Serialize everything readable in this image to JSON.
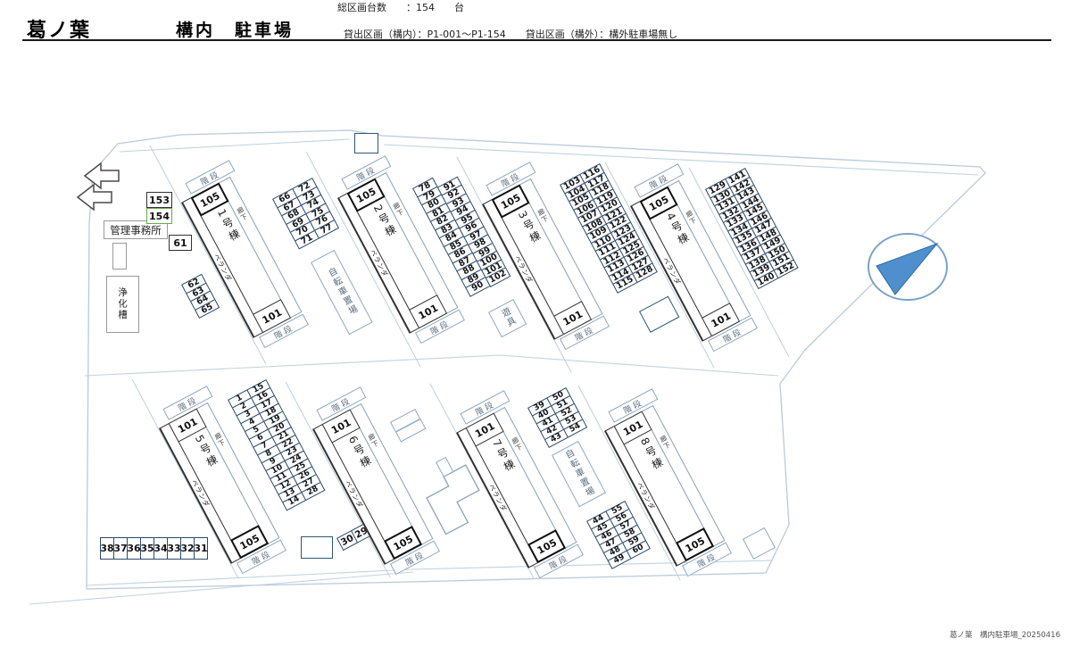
{
  "header": {
    "title": "葛ノ葉",
    "subtitle": "構内　駐車場",
    "info_line1": "総区画台数　　：154　　台",
    "info_line2": "貸出区画（構内）：P1-001～P1-154　　貸出区画（構外）：構外駐車場無し"
  },
  "footer": {
    "caption": "葛ノ葉　構内駐車場_20250416"
  },
  "labels": {
    "stairs": "階段",
    "veranda": "ベランダ",
    "corridor": "廊下",
    "office": "管理事務所",
    "septic_tank": "浄化槽",
    "bicycle_parking": "自転車置場",
    "playground": "遊具"
  },
  "buildings": [
    {
      "name": "1号棟",
      "top_room": "105",
      "bottom_room": "101"
    },
    {
      "name": "2号棟",
      "top_room": "105",
      "bottom_room": "101"
    },
    {
      "name": "3号棟",
      "top_room": "105",
      "bottom_room": "101"
    },
    {
      "name": "4号棟",
      "top_room": "105",
      "bottom_room": "101"
    },
    {
      "name": "5号棟",
      "top_room": "101",
      "bottom_room": "105"
    },
    {
      "name": "6号棟",
      "top_room": "101",
      "bottom_room": "105"
    },
    {
      "name": "7号棟",
      "top_room": "101",
      "bottom_room": "105"
    },
    {
      "name": "8号棟",
      "top_room": "101",
      "bottom_room": "105"
    }
  ],
  "parking_blocks": [
    {
      "id": "block-66-77",
      "columns": [
        [
          "66",
          "67",
          "68",
          "69",
          "70",
          "71"
        ],
        [
          "72",
          "73",
          "74",
          "75",
          "76",
          "77"
        ]
      ]
    },
    {
      "id": "block-78-102",
      "columns": [
        [
          "78",
          "79",
          "80",
          "81",
          "82",
          "83",
          "84",
          "85",
          "86",
          "87",
          "88",
          "89",
          "90"
        ],
        [
          "91",
          "92",
          "93",
          "94",
          "95",
          "96",
          "97",
          "98",
          "99",
          "100",
          "101",
          "102"
        ]
      ],
      "column_row_offsets": [
        0,
        1
      ]
    },
    {
      "id": "block-103-128",
      "columns": [
        [
          "103",
          "104",
          "105",
          "106",
          "107",
          "108",
          "109",
          "110",
          "111",
          "112",
          "113",
          "114",
          "115"
        ],
        [
          "116",
          "117",
          "118",
          "119",
          "120",
          "121",
          "122",
          "123",
          "124",
          "125",
          "126",
          "127",
          "128"
        ]
      ]
    },
    {
      "id": "block-129-152",
      "columns": [
        [
          "129",
          "130",
          "131",
          "132",
          "133",
          "134",
          "135",
          "136",
          "137",
          "138",
          "139",
          "140"
        ],
        [
          "141",
          "142",
          "143",
          "144",
          "145",
          "146",
          "147",
          "148",
          "149",
          "150",
          "151",
          "152"
        ]
      ]
    },
    {
      "id": "block-1-28",
      "columns": [
        [
          "1",
          "2",
          "3",
          "4",
          "5",
          "6",
          "7",
          "8",
          "9",
          "10",
          "11",
          "12",
          "13",
          "14"
        ],
        [
          "15",
          "16",
          "17",
          "18",
          "19",
          "20",
          "21",
          "22",
          "23",
          "24",
          "25",
          "26",
          "27",
          "28"
        ]
      ]
    },
    {
      "id": "block-39-54",
      "columns": [
        [
          "39",
          "40",
          "41",
          "42",
          "43"
        ],
        [
          "50",
          "51",
          "52",
          "53",
          "54"
        ]
      ]
    },
    {
      "id": "block-44-60",
      "columns": [
        [
          "44",
          "45",
          "46",
          "47",
          "48",
          "49"
        ],
        [
          "55",
          "56",
          "57",
          "58",
          "59",
          "60"
        ]
      ]
    },
    {
      "id": "block-29-30",
      "columns": [
        [
          "30"
        ],
        [
          "29"
        ]
      ]
    },
    {
      "id": "block-62-65",
      "columns": [
        [
          "62",
          "63",
          "64",
          "65"
        ]
      ]
    },
    {
      "id": "strip-31-38",
      "columns": [
        [
          "38"
        ],
        [
          "37"
        ],
        [
          "36"
        ],
        [
          "35"
        ],
        [
          "34"
        ],
        [
          "33"
        ],
        [
          "32"
        ],
        [
          "31"
        ]
      ]
    }
  ],
  "standalone_spaces": [
    {
      "id": "space-153",
      "number": "153",
      "accent": false
    },
    {
      "id": "space-154",
      "number": "154",
      "accent": true
    },
    {
      "id": "space-61",
      "number": "61",
      "accent": false
    }
  ],
  "colors": {
    "accent_green": "#6aa84f",
    "compass_blue": "#4f8fce",
    "line_blue": "#b9cadb",
    "cell_border": "#2a4a6b"
  }
}
